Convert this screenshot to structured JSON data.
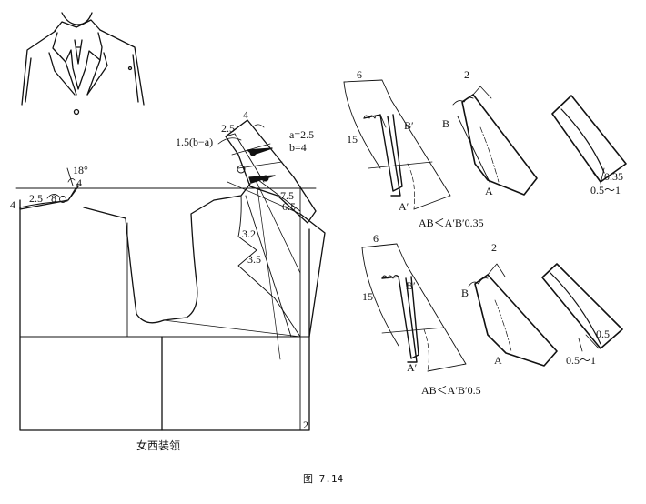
{
  "main_pattern": {
    "subtitle": "女西装领",
    "labels": {
      "collar_angle": "18°",
      "dim_4_top": "4",
      "dim_4_left": "4",
      "dim_2_5_neck": "2.5",
      "dim_8": "8",
      "dim_2_5_lapel": "2.5",
      "dim_4_lapel": "4",
      "formula": "1.5(b−a)",
      "a_value": "a=2.5",
      "b_value": "b=4",
      "dim_7_5": "7.5",
      "dim_6_5": "6.5",
      "dim_3_2": "3.2",
      "dim_3_5": "3.5",
      "hem_2": "2"
    }
  },
  "detail_top": {
    "caption": "AB＜A′B′0.35",
    "labels": {
      "six": "6",
      "fifteen": "15",
      "b_prime": "B′",
      "a_prime": "A′",
      "two": "2",
      "b": "B",
      "a": "A",
      "ease": "0.35",
      "range": "0.5～1"
    }
  },
  "detail_bottom": {
    "caption": "AB＜A′B′0.5",
    "labels": {
      "six": "6",
      "fifteen": "15",
      "b_prime": "B′",
      "a_prime": "A′",
      "two": "2",
      "b": "B",
      "a": "A",
      "ease": "0.5",
      "range": "0.5～1"
    }
  },
  "figure_caption": "图 7.14"
}
